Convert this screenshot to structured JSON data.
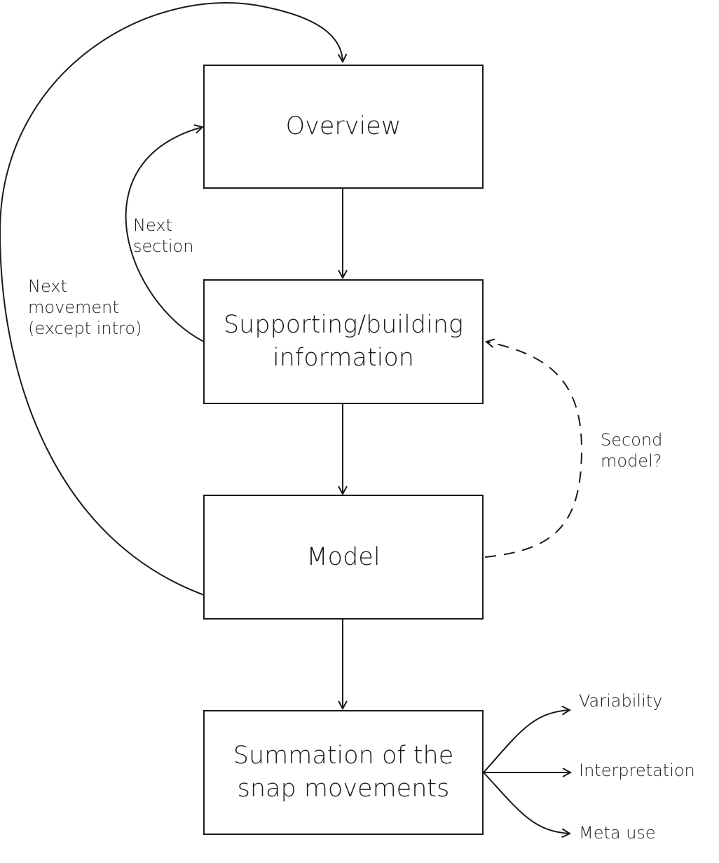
{
  "nodes": {
    "overview": {
      "lines": [
        "Overview"
      ]
    },
    "supporting": {
      "lines": [
        "Supporting/building",
        "information"
      ]
    },
    "model": {
      "lines": [
        "Model"
      ]
    },
    "summation": {
      "lines": [
        "Summation of the",
        "snap movements"
      ]
    }
  },
  "edge_labels": {
    "next_section": {
      "lines": [
        "Next",
        "section"
      ]
    },
    "next_movement": {
      "lines": [
        "Next",
        "movement",
        "(except intro)"
      ]
    },
    "second_model": {
      "lines": [
        "Second",
        "model?"
      ]
    }
  },
  "outcomes": [
    "Variability",
    "Interpretation",
    "Meta use"
  ]
}
